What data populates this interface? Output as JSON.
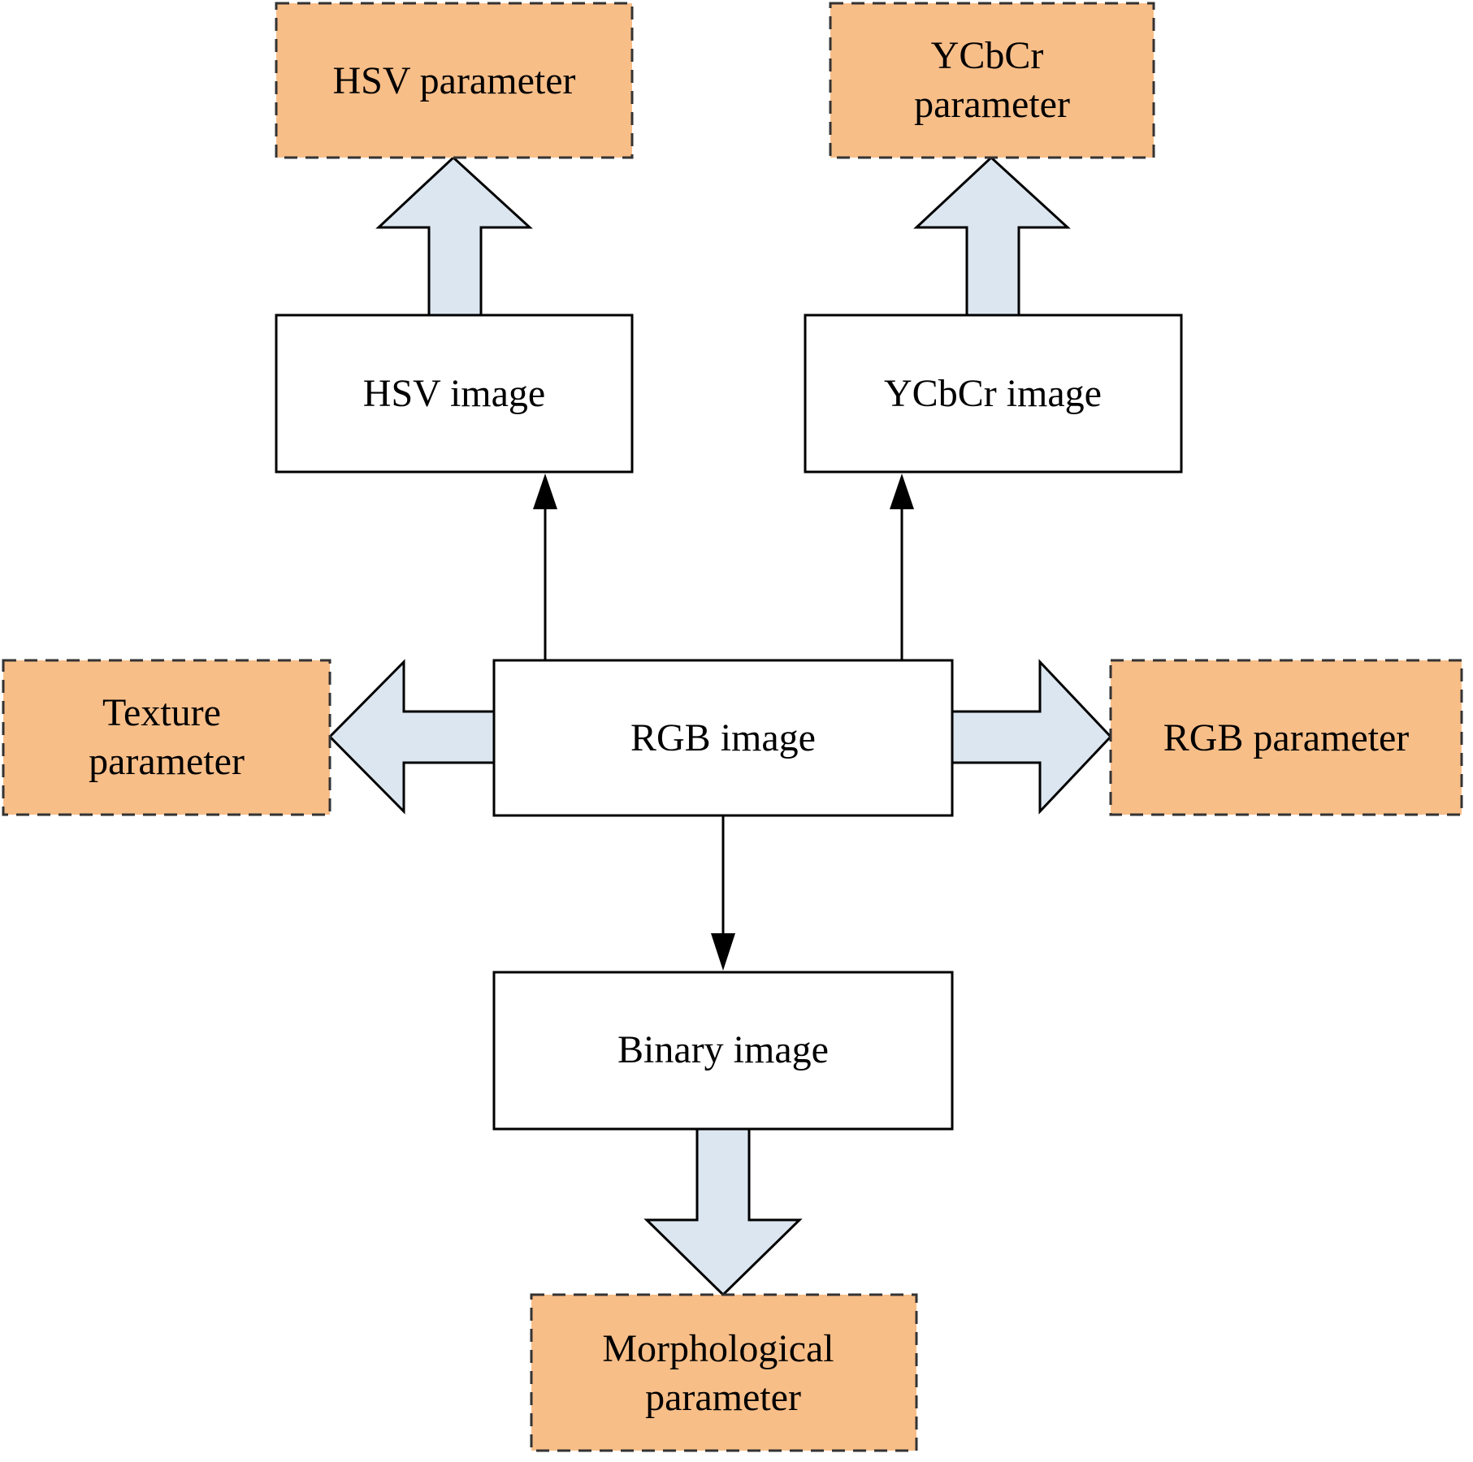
{
  "diagram": {
    "nodes": {
      "hsv_parameter": {
        "lines": [
          "HSV parameter"
        ]
      },
      "ycbcr_parameter": {
        "lines": [
          "YCbCr",
          "parameter"
        ]
      },
      "hsv_image": {
        "lines": [
          "HSV image"
        ]
      },
      "ycbcr_image": {
        "lines": [
          "YCbCr image"
        ]
      },
      "texture_parameter": {
        "lines": [
          "Texture",
          "parameter"
        ]
      },
      "rgb_image": {
        "lines": [
          "RGB image"
        ]
      },
      "rgb_parameter": {
        "lines": [
          "RGB parameter"
        ]
      },
      "binary_image": {
        "lines": [
          "Binary image"
        ]
      },
      "morphological_parameter": {
        "lines": [
          "Morphological",
          "parameter"
        ]
      }
    },
    "edges": [
      {
        "from": "rgb_image",
        "to": "hsv_image",
        "style": "thin-arrow"
      },
      {
        "from": "rgb_image",
        "to": "ycbcr_image",
        "style": "thin-arrow"
      },
      {
        "from": "rgb_image",
        "to": "binary_image",
        "style": "thin-arrow"
      },
      {
        "from": "hsv_image",
        "to": "hsv_parameter",
        "style": "block-arrow"
      },
      {
        "from": "ycbcr_image",
        "to": "ycbcr_parameter",
        "style": "block-arrow"
      },
      {
        "from": "rgb_image",
        "to": "texture_parameter",
        "style": "block-arrow"
      },
      {
        "from": "rgb_image",
        "to": "rgb_parameter",
        "style": "block-arrow"
      },
      {
        "from": "binary_image",
        "to": "morphological_parameter",
        "style": "block-arrow"
      }
    ],
    "colors": {
      "parameter_fill": "#f8be88",
      "image_fill": "#ffffff",
      "block_arrow_fill": "#dce6f0",
      "stroke": "#000000"
    }
  }
}
